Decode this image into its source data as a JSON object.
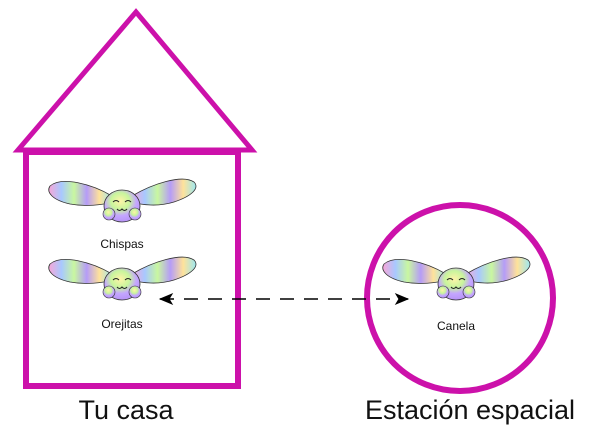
{
  "house": {
    "caption": "Tu casa",
    "bunnies": [
      {
        "name": "Chispas"
      },
      {
        "name": "Orejitas"
      }
    ]
  },
  "station": {
    "caption": "Estación espacial",
    "bunnies": [
      {
        "name": "Canela"
      }
    ]
  },
  "colors": {
    "outline": "#cc11aa",
    "arrow": "#000000"
  },
  "icons": {
    "bunny": "bunny-head-icon",
    "arrow": "double-headed-dashed-arrow"
  }
}
